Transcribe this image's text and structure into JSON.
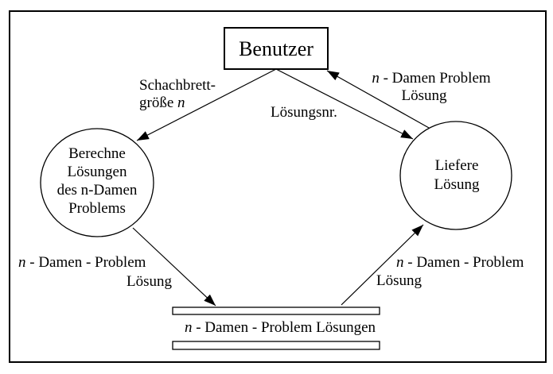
{
  "diagram": {
    "entities": {
      "user": {
        "label": "Benutzer"
      },
      "process_compute": {
        "lines": [
          "Berechne",
          "Lösungen",
          "des n-Damen",
          "Problems"
        ]
      },
      "process_deliver": {
        "lines": [
          "Liefere",
          "Lösung"
        ]
      },
      "datastore": {
        "var": "n",
        "label": " - Damen - Problem Lösungen"
      }
    },
    "flows": {
      "board_size": {
        "line1": "Schachbrett-",
        "line2_text": "größe ",
        "var": "n"
      },
      "solution_number": {
        "label": "Lösungsnr."
      },
      "solution_to_user": {
        "var": "n",
        "line1_rest": " - Damen Problem",
        "line2": "Lösung"
      },
      "write_solutions": {
        "var": "n",
        "line1_rest": " - Damen - Problem",
        "line2": "Lösung"
      },
      "read_solution": {
        "var": "n",
        "line1_rest": " - Damen - Problem",
        "line2": "Lösung"
      }
    },
    "colors": {
      "ink": "#000000",
      "paper": "#ffffff"
    }
  }
}
